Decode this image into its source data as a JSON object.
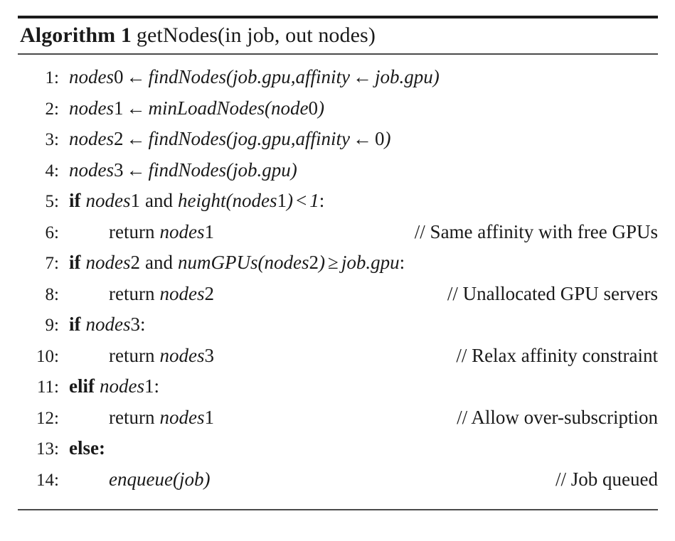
{
  "algorithm": {
    "caption_label": "Algorithm 1",
    "caption_name": "getNodes(in job, out nodes)",
    "lines": [
      {
        "number": "1:",
        "indent": 0,
        "code_plain": "nodes0 ← findNodes(job.gpu, affinity ← job.gpu)",
        "comment": "",
        "tokens": {
          "target": "nodes",
          "target_index": "0",
          "arrow": "←",
          "call": "findNodes",
          "arg1": "job",
          "dot": ".",
          "arg1_field": "gpu",
          "comma": ",",
          "arg2": "affinity",
          "arrow2": "←",
          "arg2_val": "job",
          "arg2_field": "gpu"
        }
      },
      {
        "number": "2:",
        "indent": 0,
        "code_plain": "nodes1 ← minLoadNodes(node0)",
        "comment": "",
        "tokens": {
          "target": "nodes",
          "target_index": "1",
          "arrow": "←",
          "call": "minLoadNodes",
          "arg1": "node",
          "arg1_index": "0"
        }
      },
      {
        "number": "3:",
        "indent": 0,
        "code_plain": "nodes2 ← findNodes(jog.gpu, affinity ← 0)",
        "comment": "",
        "tokens": {
          "target": "nodes",
          "target_index": "2",
          "arrow": "←",
          "call": "findNodes",
          "arg1": "jog",
          "dot": ".",
          "arg1_field": "gpu",
          "comma": ",",
          "arg2": "affinity",
          "arrow2": "←",
          "arg2_val": "0"
        }
      },
      {
        "number": "4:",
        "indent": 0,
        "code_plain": "nodes3 ← findNodes(job.gpu)",
        "comment": "",
        "tokens": {
          "target": "nodes",
          "target_index": "3",
          "arrow": "←",
          "call": "findNodes",
          "arg1": "job",
          "dot": ".",
          "arg1_field": "gpu"
        }
      },
      {
        "number": "5:",
        "indent": 0,
        "code_plain": "if nodes1 and height(nodes1) < 1:",
        "comment": "",
        "tokens": {
          "keyword": "if",
          "cond_a": "nodes",
          "cond_a_index": "1",
          "conj": "and",
          "call": "height",
          "call_arg": "nodes",
          "call_arg_index": "1",
          "relop": "<",
          "rhs": "1",
          "colon": ":"
        }
      },
      {
        "number": "6:",
        "indent": 1,
        "code_plain": "return nodes1",
        "comment": "// Same affinity with free GPUs",
        "tokens": {
          "keyword": "return",
          "value": "nodes",
          "value_index": "1"
        }
      },
      {
        "number": "7:",
        "indent": 0,
        "code_plain": "if nodes2 and numGPUs(nodes2) ≥ job.gpu:",
        "comment": "",
        "tokens": {
          "keyword": "if",
          "cond_a": "nodes",
          "cond_a_index": "2",
          "conj": "and",
          "call": "numGPUs",
          "call_arg": "nodes",
          "call_arg_index": "2",
          "relop": "≥",
          "rhs": "job",
          "dot": ".",
          "rhs_field": "gpu",
          "colon": ":"
        }
      },
      {
        "number": "8:",
        "indent": 1,
        "code_plain": "return nodes2",
        "comment": "// Unallocated GPU servers",
        "tokens": {
          "keyword": "return",
          "value": "nodes",
          "value_index": "2"
        }
      },
      {
        "number": "9:",
        "indent": 0,
        "code_plain": "if nodes3:",
        "comment": "",
        "tokens": {
          "keyword": "if",
          "cond_a": "nodes",
          "cond_a_index": "3",
          "colon": ":"
        }
      },
      {
        "number": "10:",
        "indent": 1,
        "code_plain": "return nodes3",
        "comment": "// Relax affinity constraint",
        "tokens": {
          "keyword": "return",
          "value": "nodes",
          "value_index": "3"
        }
      },
      {
        "number": "11:",
        "indent": 0,
        "code_plain": "elif nodes1:",
        "comment": "",
        "tokens": {
          "keyword": "elif",
          "cond_a": "nodes",
          "cond_a_index": "1",
          "colon": ":"
        }
      },
      {
        "number": "12:",
        "indent": 1,
        "code_plain": "return nodes1",
        "comment": "// Allow over-subscription",
        "tokens": {
          "keyword": "return",
          "value": "nodes",
          "value_index": "1"
        }
      },
      {
        "number": "13:",
        "indent": 0,
        "code_plain": "else:",
        "comment": "",
        "tokens": {
          "keyword": "else",
          "colon": ":"
        }
      },
      {
        "number": "14:",
        "indent": 1,
        "code_plain": "enqueue(job)",
        "comment": "// Job queued",
        "tokens": {
          "call": "enqueue",
          "call_arg": "job"
        }
      }
    ]
  }
}
